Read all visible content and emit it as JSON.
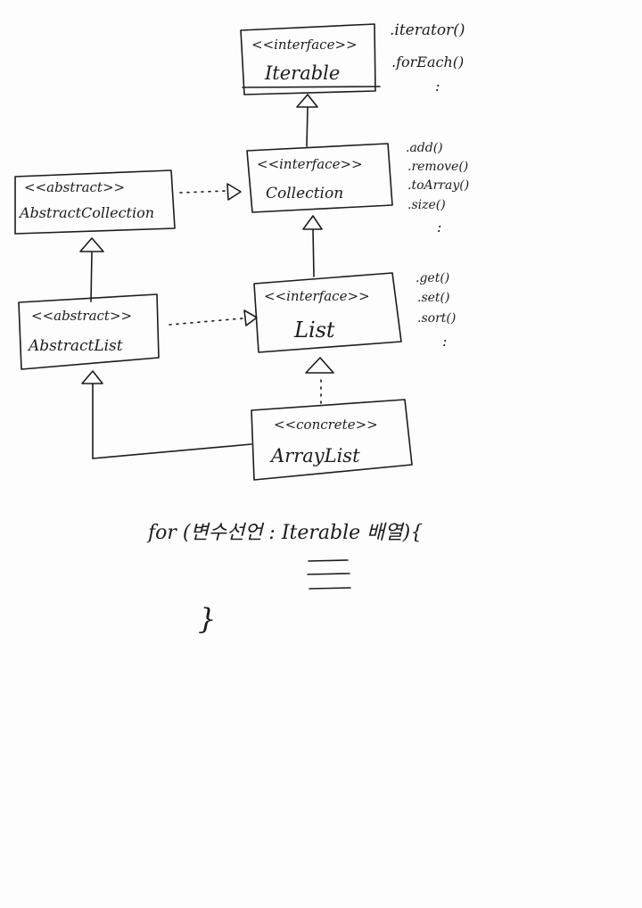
{
  "classes": {
    "iterable": {
      "stereotype": "<<interface>>",
      "name": "Iterable"
    },
    "collection": {
      "stereotype": "<<interface>>",
      "name": "Collection"
    },
    "abstract_collection": {
      "stereotype": "<<abstract>>",
      "name": "AbstractCollection"
    },
    "list": {
      "stereotype": "<<interface>>",
      "name": "List"
    },
    "abstract_list": {
      "stereotype": "<<abstract>>",
      "name": "AbstractList"
    },
    "array_list": {
      "stereotype": "<<concrete>>",
      "name": "ArrayList"
    }
  },
  "methods": {
    "iterable": [
      ".iterator()",
      ".forEach()",
      ":"
    ],
    "collection": [
      ".add()",
      ".remove()",
      ".toArray()",
      ".size()",
      ":"
    ],
    "list": [
      ".get()",
      ".set()",
      ".sort()",
      ":"
    ]
  },
  "code": {
    "line1": "for (변수선언 : Iterable 배열){",
    "close": "}"
  }
}
